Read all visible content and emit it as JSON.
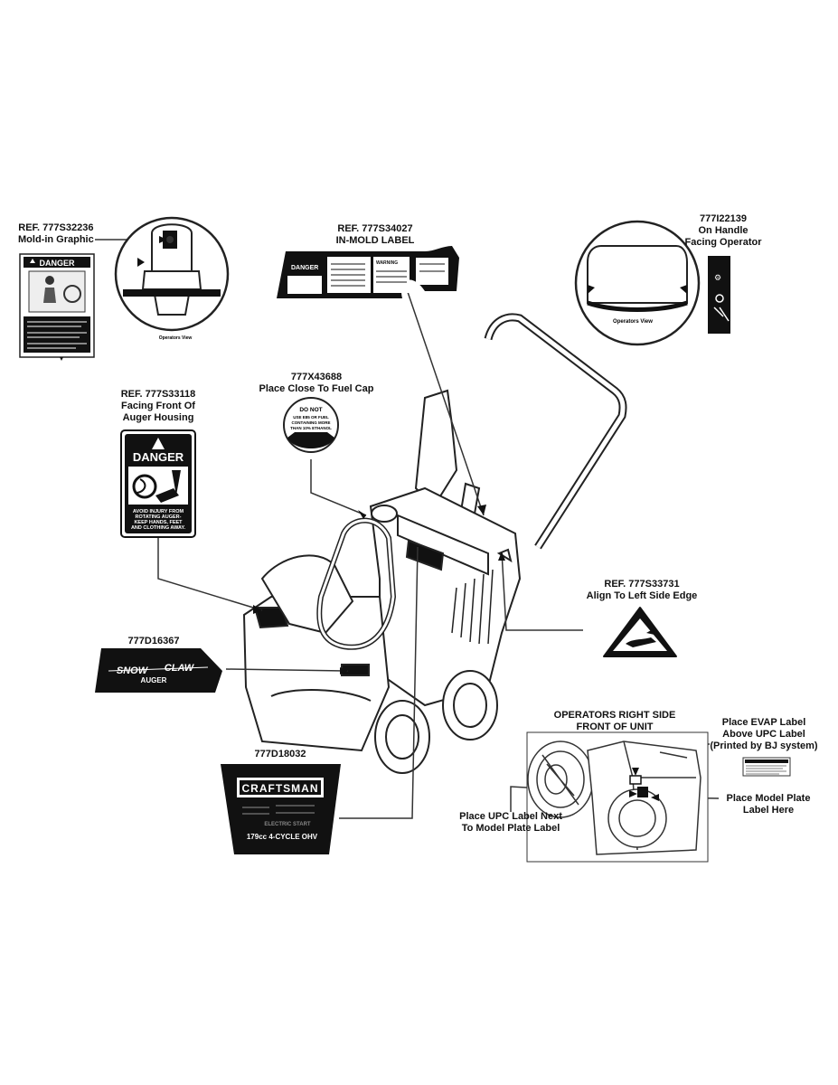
{
  "callouts": {
    "ref_32236": {
      "line1": "REF. 777S32236",
      "line2": "Mold-in Graphic"
    },
    "ref_34027": {
      "line1": "REF. 777S34027",
      "line2": "IN-MOLD LABEL"
    },
    "ref_22139": {
      "line1": "777I22139",
      "line2": "On Handle",
      "line3": "Facing Operator"
    },
    "ref_43688": {
      "line1": "777X43688",
      "line2": "Place Close To Fuel Cap"
    },
    "ref_33118": {
      "line1": "REF. 777S33118",
      "line2": "Facing Front Of",
      "line3": "Auger Housing"
    },
    "ref_33731": {
      "line1": "REF. 777S33731",
      "line2": "Align To Left Side Edge"
    },
    "ref_16367": {
      "line1": "777D16367"
    },
    "ref_18032": {
      "line1": "777D18032"
    },
    "operators_side": {
      "line1": "OPERATORS RIGHT SIDE",
      "line2": "FRONT OF UNIT"
    },
    "evap": {
      "line1": "Place EVAP Label",
      "line2": "Above UPC Label",
      "line3": "(Printed by BJ system)"
    },
    "model_plate": {
      "line1": "Place Model Plate",
      "line2": "Label Here"
    },
    "upc": {
      "line1": "Place UPC Label Next",
      "line2": "To Model Plate Label"
    }
  },
  "decals": {
    "danger_small": "DANGER",
    "danger_big": "DANGER",
    "danger_big_warning": [
      "AVOID INJURY FROM",
      "ROTATING AUGER-",
      "KEEP HANDS, FEET",
      "AND CLOTHING AWAY."
    ],
    "inmold_danger": "DANGER",
    "inmold_warning": "WARNING",
    "fuel_cap": [
      "DO NOT",
      "USE E85 OR FUEL",
      "CONTAINING MORE",
      "THAN 10% ETHANOL"
    ],
    "snow_claw": {
      "part1": "SNOW",
      "part2": "CLAW",
      "sub": "AUGER"
    },
    "craftsman": {
      "brand": "CRAFTSMAN",
      "start": "ELECTRIC START",
      "engine": "179cc 4-CYCLE OHV"
    },
    "operators_view": "Operators View"
  },
  "colors": {
    "ink": "#111111",
    "decal_black": "#111111",
    "paper": "#ffffff"
  }
}
